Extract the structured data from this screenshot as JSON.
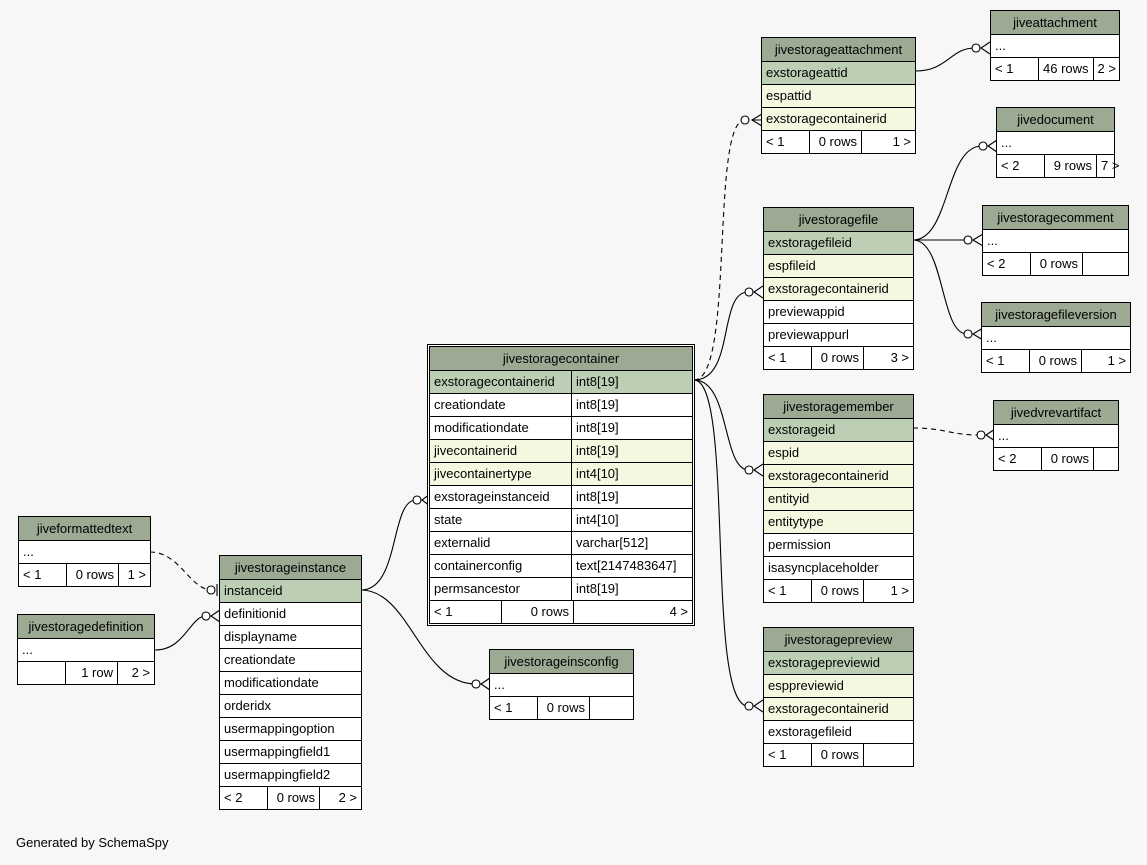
{
  "footer": "Generated by SchemaSpy",
  "tables": {
    "jiveattachment": {
      "title": "jiveattachment",
      "columns": [
        {
          "name": "...",
          "kind": "plain"
        }
      ],
      "footer": [
        "< 1",
        "46 rows",
        "2 >"
      ]
    },
    "jivestorageattachment": {
      "title": "jivestorageattachment",
      "columns": [
        {
          "name": "exstorageattid",
          "kind": "pk"
        },
        {
          "name": "espattid",
          "kind": "fk"
        },
        {
          "name": "exstoragecontainerid",
          "kind": "fk"
        }
      ],
      "footer": [
        "< 1",
        "0 rows",
        "1 >"
      ]
    },
    "jivedocument": {
      "title": "jivedocument",
      "columns": [
        {
          "name": "...",
          "kind": "plain"
        }
      ],
      "footer": [
        "< 2",
        "9 rows",
        "7 >"
      ]
    },
    "jivestoragefile": {
      "title": "jivestoragefile",
      "columns": [
        {
          "name": "exstoragefileid",
          "kind": "pk"
        },
        {
          "name": "espfileid",
          "kind": "fk"
        },
        {
          "name": "exstoragecontainerid",
          "kind": "fk"
        },
        {
          "name": "previewappid",
          "kind": "plain"
        },
        {
          "name": "previewappurl",
          "kind": "plain"
        }
      ],
      "footer": [
        "< 1",
        "0 rows",
        "3 >"
      ]
    },
    "jivestoragecomment": {
      "title": "jivestoragecomment",
      "columns": [
        {
          "name": "...",
          "kind": "plain"
        }
      ],
      "footer": [
        "< 2",
        "0 rows",
        ""
      ]
    },
    "jivestoragefileversion": {
      "title": "jivestoragefileversion",
      "columns": [
        {
          "name": "...",
          "kind": "plain"
        }
      ],
      "footer": [
        "< 1",
        "0 rows",
        "1 >"
      ]
    },
    "jivestoragecontainer": {
      "title": "jivestoragecontainer",
      "columns": [
        {
          "name": "exstoragecontainerid",
          "type": "int8[19]",
          "kind": "pk"
        },
        {
          "name": "creationdate",
          "type": "int8[19]",
          "kind": "plain"
        },
        {
          "name": "modificationdate",
          "type": "int8[19]",
          "kind": "plain"
        },
        {
          "name": "jivecontainerid",
          "type": "int8[19]",
          "kind": "fk"
        },
        {
          "name": "jivecontainertype",
          "type": "int4[10]",
          "kind": "fk"
        },
        {
          "name": "exstorageinstanceid",
          "type": "int8[19]",
          "kind": "plain"
        },
        {
          "name": "state",
          "type": "int4[10]",
          "kind": "plain"
        },
        {
          "name": "externalid",
          "type": "varchar[512]",
          "kind": "plain"
        },
        {
          "name": "containerconfig",
          "type": "text[2147483647]",
          "kind": "plain"
        },
        {
          "name": "permsancestor",
          "type": "int8[19]",
          "kind": "plain"
        }
      ],
      "footer": [
        "< 1",
        "0 rows",
        "4 >"
      ]
    },
    "jivestoragemember": {
      "title": "jivestoragemember",
      "columns": [
        {
          "name": "exstorageid",
          "kind": "pk"
        },
        {
          "name": "espid",
          "kind": "fk"
        },
        {
          "name": "exstoragecontainerid",
          "kind": "fk"
        },
        {
          "name": "entityid",
          "kind": "fk"
        },
        {
          "name": "entitytype",
          "kind": "fk"
        },
        {
          "name": "permission",
          "kind": "plain"
        },
        {
          "name": "isasyncplaceholder",
          "kind": "plain"
        }
      ],
      "footer": [
        "< 1",
        "0 rows",
        "1 >"
      ]
    },
    "jivedvrevartifact": {
      "title": "jivedvrevartifact",
      "columns": [
        {
          "name": "...",
          "kind": "plain"
        }
      ],
      "footer": [
        "< 2",
        "0 rows",
        ""
      ]
    },
    "jiveformattedtext": {
      "title": "jiveformattedtext",
      "columns": [
        {
          "name": "...",
          "kind": "plain"
        }
      ],
      "footer": [
        "< 1",
        "0 rows",
        "1 >"
      ]
    },
    "jivestorageinstance": {
      "title": "jivestorageinstance",
      "columns": [
        {
          "name": "instanceid",
          "kind": "pk"
        },
        {
          "name": "definitionid",
          "kind": "plain"
        },
        {
          "name": "displayname",
          "kind": "plain"
        },
        {
          "name": "creationdate",
          "kind": "plain"
        },
        {
          "name": "modificationdate",
          "kind": "plain"
        },
        {
          "name": "orderidx",
          "kind": "plain"
        },
        {
          "name": "usermappingoption",
          "kind": "plain"
        },
        {
          "name": "usermappingfield1",
          "kind": "plain"
        },
        {
          "name": "usermappingfield2",
          "kind": "plain"
        }
      ],
      "footer": [
        "< 2",
        "0 rows",
        "2 >"
      ]
    },
    "jivestoragedefinition": {
      "title": "jivestoragedefinition",
      "columns": [
        {
          "name": "...",
          "kind": "plain"
        }
      ],
      "footer": [
        "",
        "1 row",
        "2 >"
      ]
    },
    "jivestorageinsconfig": {
      "title": "jivestorageinsconfig",
      "columns": [
        {
          "name": "...",
          "kind": "plain"
        }
      ],
      "footer": [
        "< 1",
        "0 rows",
        ""
      ]
    },
    "jivestoragepreview": {
      "title": "jivestoragepreview",
      "columns": [
        {
          "name": "exstoragepreviewid",
          "kind": "pk"
        },
        {
          "name": "esppreviewid",
          "kind": "fk"
        },
        {
          "name": "exstoragecontainerid",
          "kind": "fk"
        },
        {
          "name": "exstoragefileid",
          "kind": "plain"
        }
      ],
      "footer": [
        "< 1",
        "0 rows",
        ""
      ]
    }
  }
}
